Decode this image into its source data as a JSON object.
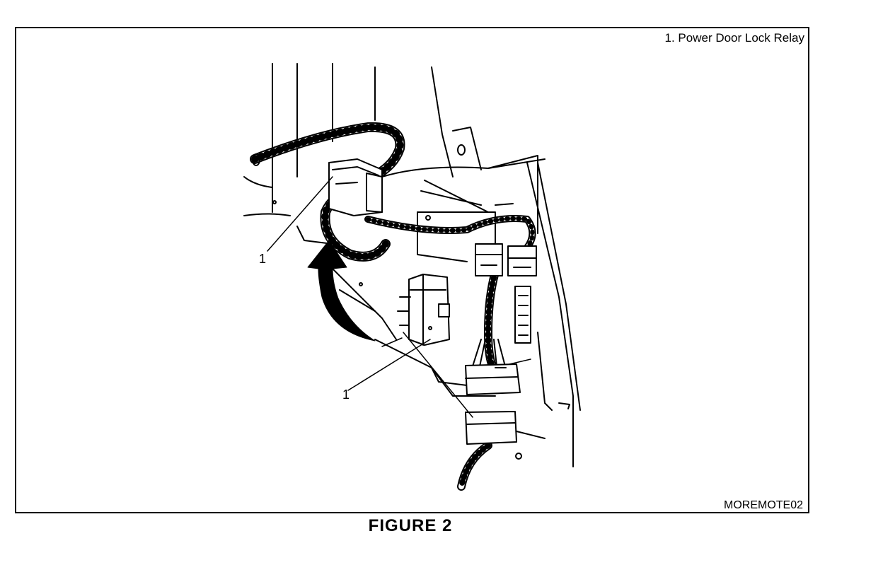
{
  "legend": {
    "item_1": "1. Power Door Lock Relay"
  },
  "figure": {
    "code": "MOREMOTE02",
    "caption": "FIGURE 2",
    "callout_upper": "1",
    "callout_lower": "1"
  }
}
